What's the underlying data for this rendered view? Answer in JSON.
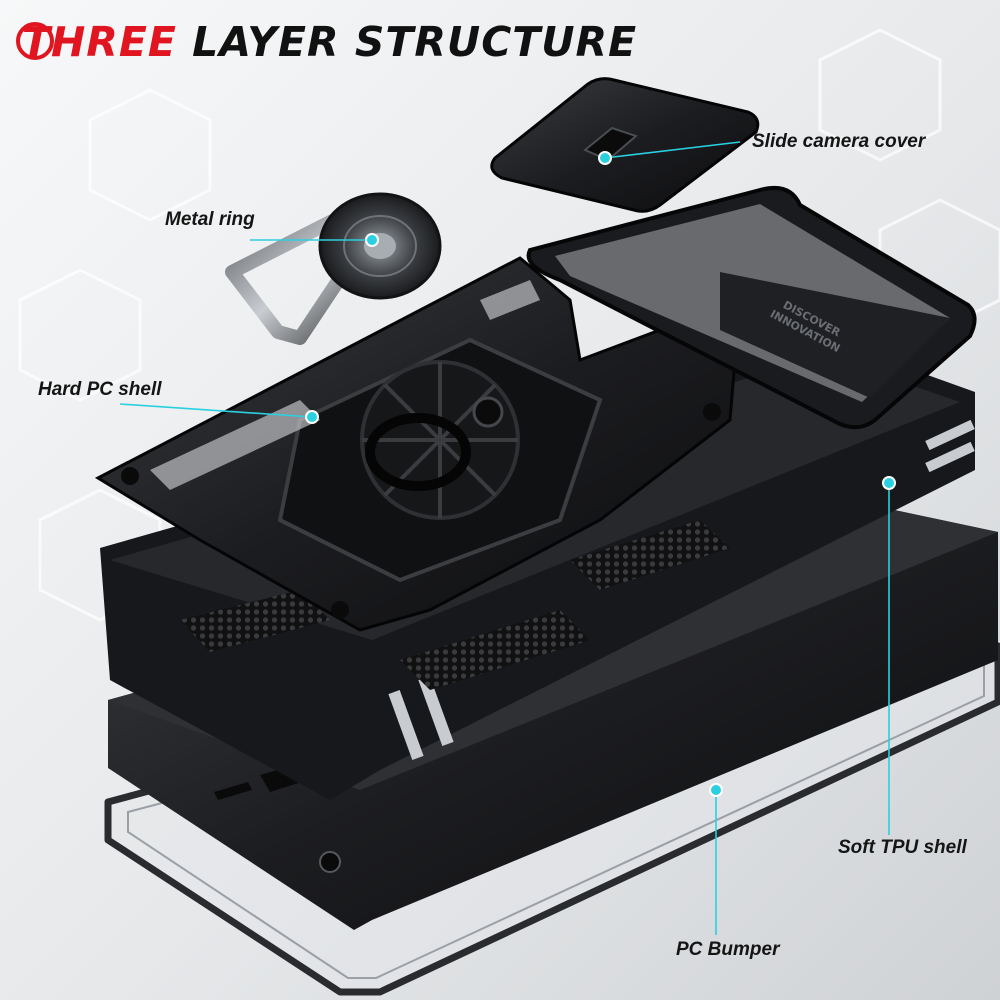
{
  "title": {
    "highlight": "THREE",
    "rest": " LAYER STRUCTURE"
  },
  "callouts": {
    "slide_camera_cover": "Slide camera cover",
    "metal_ring": "Metal ring",
    "hard_pc_shell": "Hard PC shell",
    "soft_tpu_shell": "Soft TPU shell",
    "pc_bumper": "PC Bumper"
  },
  "engraving": {
    "line1": "DISCOVER",
    "line2": "INNOVATION"
  },
  "colors": {
    "accent_red": "#e0151f",
    "callout_cyan": "#2ad0e0",
    "product_black": "#1b1c1f"
  }
}
